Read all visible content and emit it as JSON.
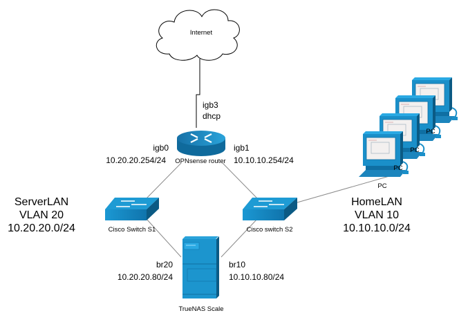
{
  "nodes": {
    "internet": {
      "label": "Internet"
    },
    "router": {
      "label": "OPNsense router",
      "icon": "router-icon"
    },
    "switch_s1": {
      "label": "Cisco Switch S1",
      "icon": "switch-icon"
    },
    "switch_s2": {
      "label": "Cisco switch S2",
      "icon": "switch-icon"
    },
    "server": {
      "label": "TrueNAS Scale",
      "icon": "server-icon"
    },
    "pcs": {
      "labels": [
        "PC",
        "PC",
        "PC",
        "PC"
      ],
      "icon": "pc-icon"
    }
  },
  "interfaces": {
    "igb3": {
      "name": "igb3",
      "addr": "dhcp"
    },
    "igb0": {
      "name": "igb0",
      "addr": "10.20.20.254/24"
    },
    "igb1": {
      "name": "igb1",
      "addr": "10.10.10.254/24"
    },
    "br20": {
      "name": "br20",
      "addr": "10.20.20.80/24"
    },
    "br10": {
      "name": "br10",
      "addr": "10.10.10.80/24"
    }
  },
  "networks": {
    "server_lan": {
      "name": "ServerLAN",
      "vlan": "VLAN 20",
      "subnet": "10.20.20.0/24"
    },
    "home_lan": {
      "name": "HomeLAN",
      "vlan": "VLAN 10",
      "subnet": "10.10.10.0/24"
    }
  },
  "colors": {
    "device_blue": "#1a8fc9",
    "device_dark": "#0b5a84",
    "link": "#8a8a8a"
  }
}
